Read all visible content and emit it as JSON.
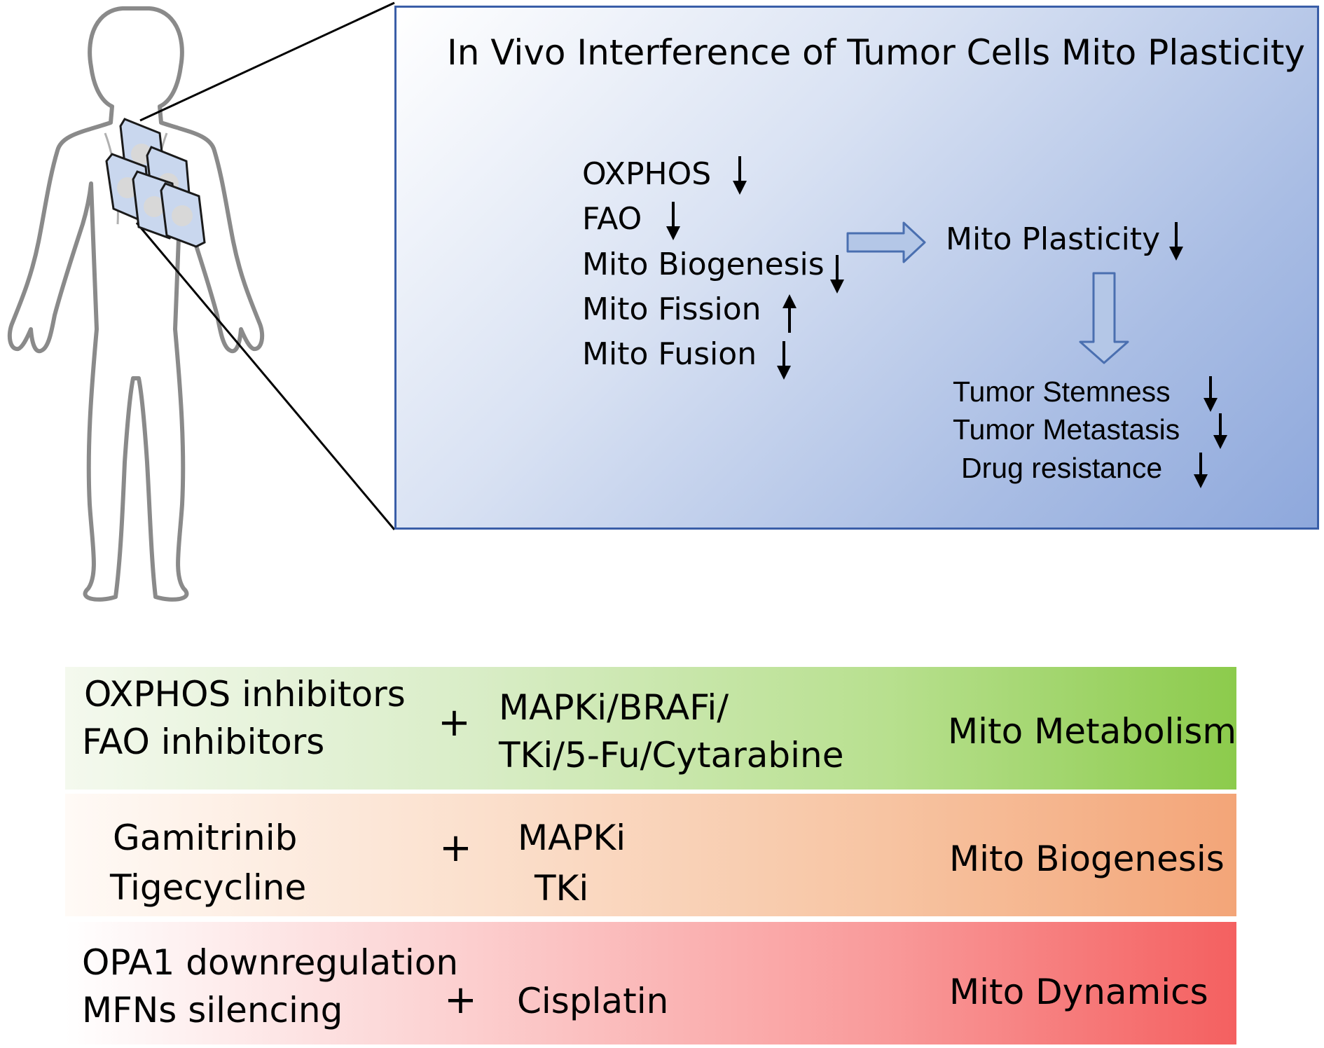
{
  "zoom_panel": {
    "title": "In Vivo Interference of Tumor Cells Mito Plasticity",
    "effects": [
      {
        "label": "OXPHOS",
        "direction": "down"
      },
      {
        "label": "FAO",
        "direction": "down"
      },
      {
        "label": "Mito Biogenesis",
        "direction": "down"
      },
      {
        "label": "Mito Fission",
        "direction": "up"
      },
      {
        "label": "Mito Fusion",
        "direction": "down"
      }
    ],
    "result": {
      "label": "Mito Plasticity",
      "direction": "down"
    },
    "outcomes": [
      {
        "label": "Tumor Stemness",
        "direction": "down"
      },
      {
        "label": "Tumor Metastasis",
        "direction": "down"
      },
      {
        "label": "Drug resistance",
        "direction": "down"
      }
    ]
  },
  "therapies": [
    {
      "inhibitors": [
        "OXPHOS inhibitors",
        "FAO inhibitors"
      ],
      "plus": "+",
      "partners": [
        "MAPKi/BRAFi/",
        "TKi/5-Fu/Cytarabine"
      ],
      "category": "Mito Metabolism",
      "color": "#8ccb4c"
    },
    {
      "inhibitors": [
        "Gamitrinib",
        "Tigecycline"
      ],
      "plus": "+",
      "partners": [
        "MAPKi",
        "TKi"
      ],
      "category": "Mito Biogenesis",
      "color": "#f3a578"
    },
    {
      "inhibitors": [
        "OPA1 downregulation",
        "MFNs silencing"
      ],
      "plus": "+",
      "partners": [
        "Cisplatin"
      ],
      "category": "Mito Dynamics",
      "color": "#f46060"
    }
  ],
  "colors": {
    "panel_border": "#3a5ea8",
    "block_arrow_fill": "#b4c7e7",
    "block_arrow_stroke": "#4a6fb0",
    "body_outline": "#8a8a8a",
    "cell_fill": "#c9d7ee"
  }
}
